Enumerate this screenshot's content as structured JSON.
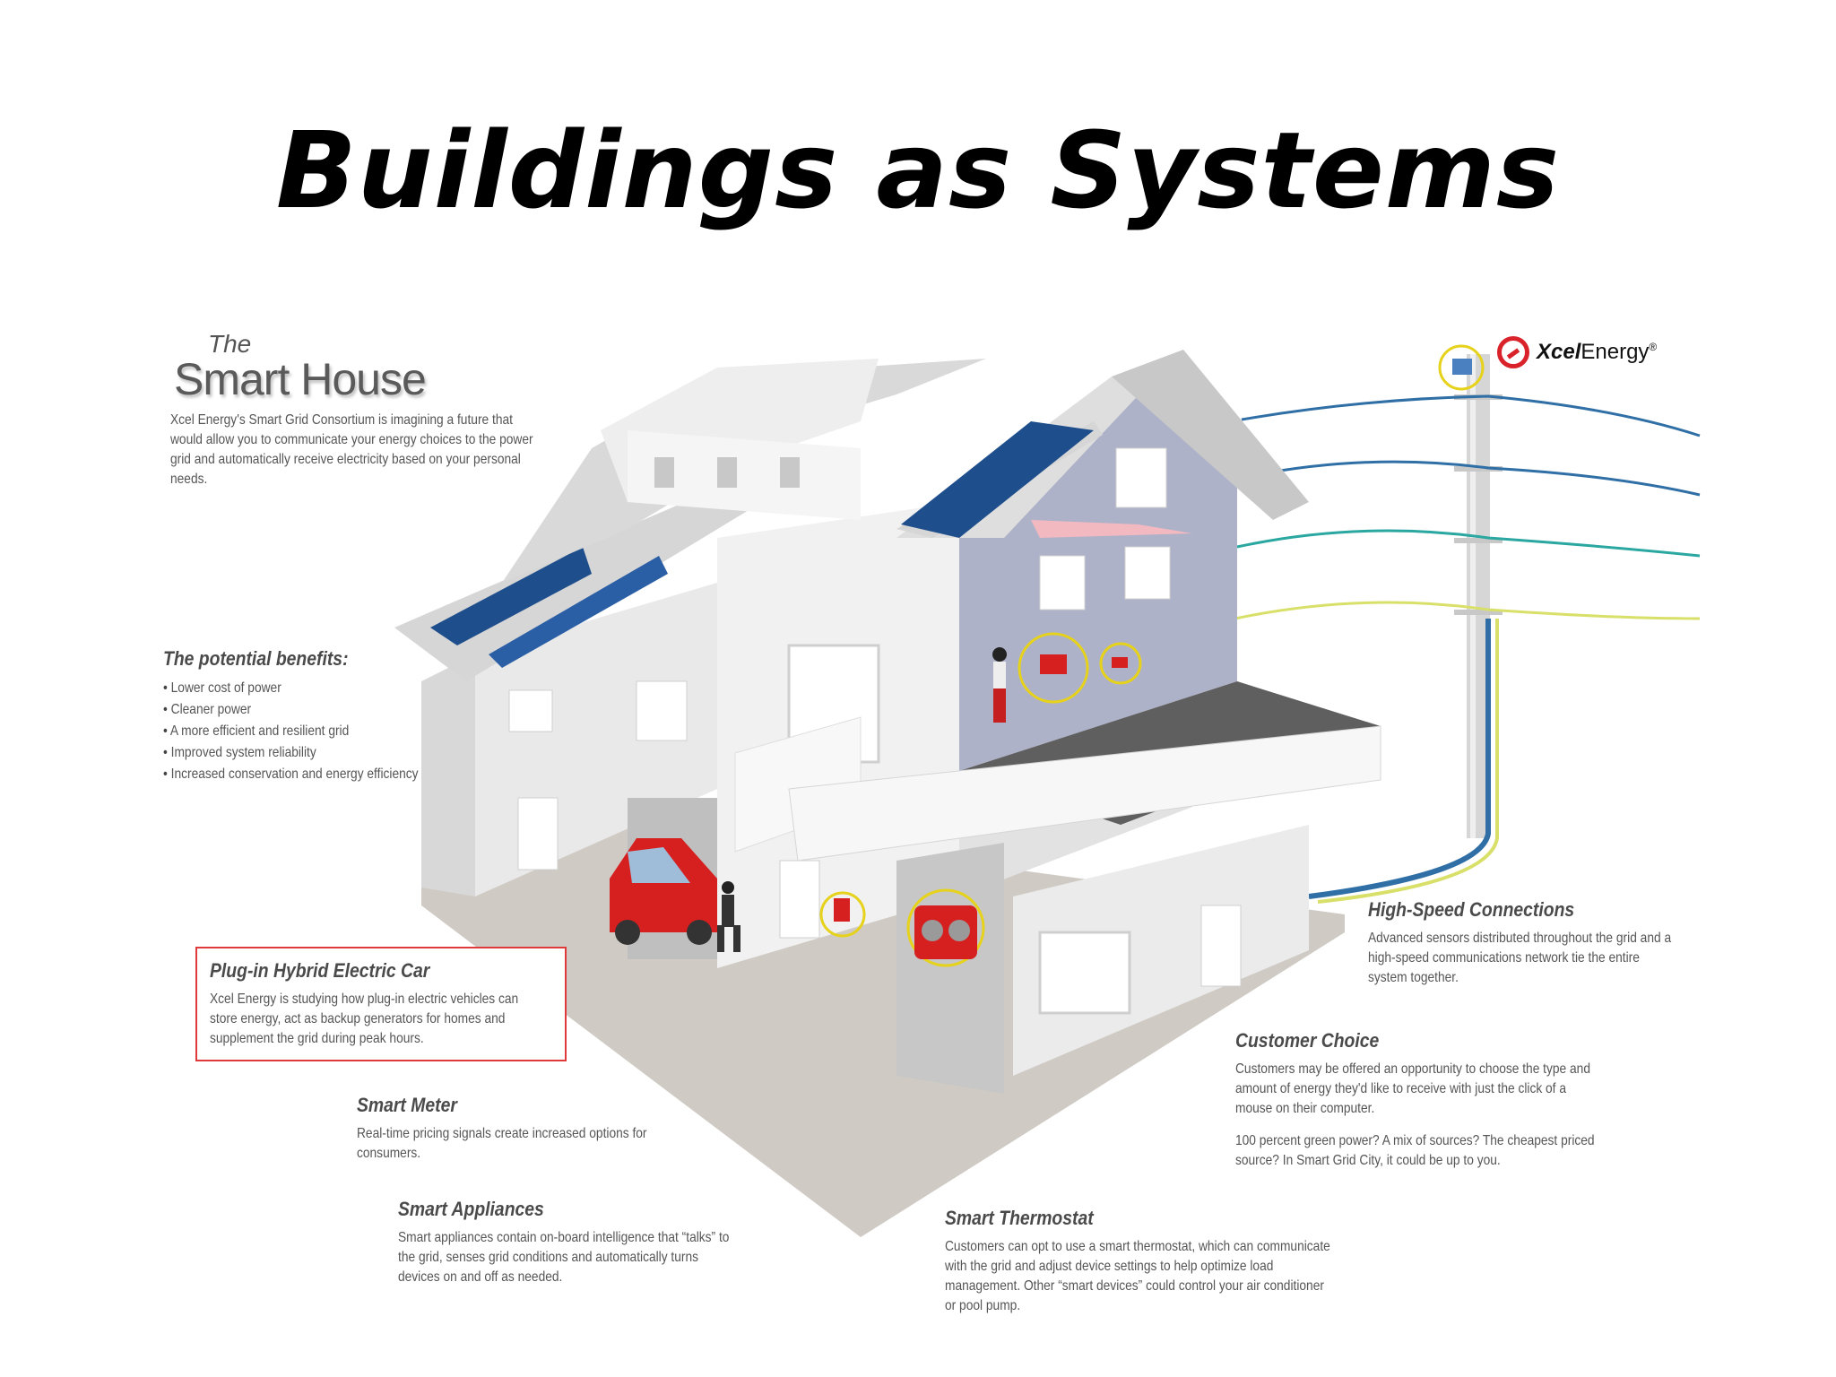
{
  "title": "Buildings as Systems",
  "brand": {
    "name_bold": "Xcel",
    "name_rest": "Energy",
    "mark": "®",
    "color": "#d9222a"
  },
  "smart_house": {
    "the": "The",
    "heading": "Smart House",
    "intro": "Xcel Energy's Smart Grid Consortium is imagining a future that would allow you to communicate your energy choices to the power grid and automatically receive electricity based on your personal needs."
  },
  "benefits": {
    "heading": "The potential benefits:",
    "items": [
      "Lower cost of power",
      "Cleaner power",
      "A more efficient and resilient grid",
      "Improved system reliability",
      "Increased conservation and energy efficiency"
    ]
  },
  "car": {
    "heading": "Plug-in Hybrid Electric Car",
    "text": "Xcel Energy is studying how plug-in electric vehicles can store energy, act as backup generators for homes and supplement the grid during peak hours."
  },
  "meter": {
    "heading": "Smart Meter",
    "text": "Real-time pricing signals create increased options for consumers."
  },
  "appliances": {
    "heading": "Smart  Appliances",
    "text": "Smart appliances contain on-board intelligence that “talks” to the grid, senses grid conditions and automatically turns devices on and off as needed."
  },
  "thermostat": {
    "heading": "Smart  Thermostat",
    "text": "Customers can opt to use a smart thermostat, which can communicate with the grid and adjust device settings to help optimize load management. Other “smart devices” could control your air conditioner or pool pump."
  },
  "connections": {
    "heading": "High-Speed Connections",
    "text": "Advanced sensors distributed throughout the grid and a high-speed communications network tie the entire system together."
  },
  "choice": {
    "heading": "Customer Choice",
    "text1": "Customers may be offered an opportunity to choose the type and amount of energy they'd like to receive with just the click of a mouse on their computer.",
    "text2": "100 percent green power? A mix of sources? The cheapest priced source? In Smart Grid City, it could be up to you."
  },
  "colors": {
    "highlight_ring": "#e6d21a",
    "car_red": "#d62020",
    "wire_blue": "#2f6fa6",
    "wire_teal": "#2aa7a0",
    "wire_yellow": "#d8e06a"
  }
}
